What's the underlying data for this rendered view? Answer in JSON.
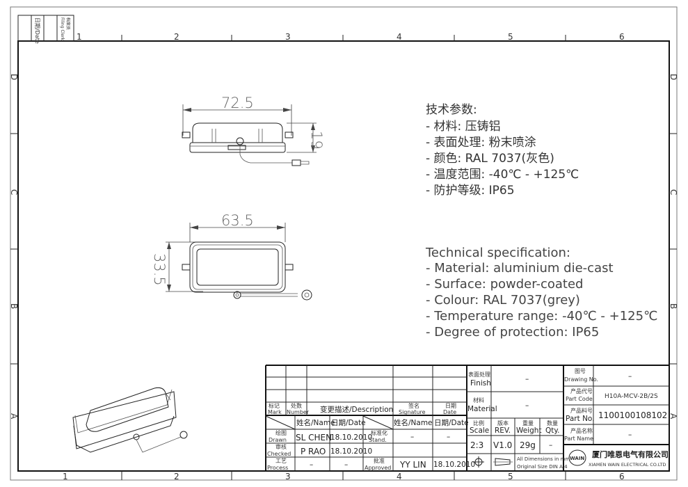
{
  "filing": {
    "date_label": "日期/Date",
    "filing_label": "档案员",
    "filing_label_en": "Filing Clerk"
  },
  "zones": {
    "columns": [
      "1",
      "2",
      "3",
      "4",
      "5",
      "6"
    ],
    "rows": [
      "D",
      "C",
      "B",
      "A"
    ]
  },
  "dimensions": {
    "top_width": "72.5",
    "top_height": "19",
    "bottom_width": "63.5",
    "bottom_height": "33.5"
  },
  "spec_cn": {
    "title": "技术参数:",
    "lines": [
      "- 材料: 压铸铝",
      "- 表面处理: 粉末喷涂",
      "- 颜色: RAL 7037(灰色)",
      "- 温度范围: -40℃ - +125℃",
      "- 防护等级: IP65"
    ]
  },
  "spec_en": {
    "title": "Technical specification:",
    "lines": [
      "- Material: aluminium die-cast",
      "- Surface: powder-coated",
      "- Colour: RAL 7037(grey)",
      "- Temperature range: -40℃ - +125℃",
      "- Degree of protection: IP65"
    ]
  },
  "title_block": {
    "mark_cn": "标记",
    "mark": "Mark",
    "number_cn": "处数",
    "number": "Number",
    "description": "变更描述/Description",
    "signature_cn": "签名",
    "signature": "Signature",
    "date_cn": "日期",
    "date": "Date",
    "name_date_name": "姓名/Name",
    "name_date_date": "日期/Date",
    "drawn_cn": "绘图",
    "drawn": "Drawn",
    "drawn_name": "SL CHEN",
    "drawn_date": "18.10.2010",
    "checked_cn": "审核",
    "checked": "Checked",
    "checked_name": "P RAO",
    "checked_date": "18.10.2010",
    "process_cn": "工艺",
    "process": "Process",
    "process_name": "–",
    "process_date": "–",
    "stand_cn": "标准化",
    "stand": "Stand.",
    "stand_name": "–",
    "stand_date": "–",
    "approved_cn": "批准",
    "approved": "Approved",
    "approved_name": "YY LIN",
    "approved_date": "18.10.2010",
    "finish_cn": "表面处理",
    "finish": "Finish",
    "finish_value": "–",
    "material_cn": "材料",
    "material": "Material",
    "material_value": "–",
    "scale_cn": "比例",
    "scale": "Scale",
    "scale_value": "2:3",
    "rev_cn": "版本",
    "rev": "REV.",
    "rev_value": "V1.0",
    "weight_cn": "重量",
    "weight": "Weight",
    "weight_value": "29g",
    "qty_cn": "数量",
    "qty": "Qty.",
    "qty_value": "–",
    "dims_note1": "All Dimensions in mm",
    "dims_note2": "Original Size DIN A 4",
    "drawing_no_cn": "图号",
    "drawing_no": "Drawing No.",
    "drawing_no_value": "–",
    "part_code_cn": "产品代号",
    "part_code": "Part Code",
    "part_code_value": "H10A-MCV-2B/2S",
    "part_no_cn": "产品料号",
    "part_no": "Part No.",
    "part_no_value": "1100100108102",
    "part_name_cn": "产品名称",
    "part_name": "Part Name",
    "part_name_value": "–",
    "company_cn": "厦门唯恩电气有限公司",
    "company_en": "XIAMEN WAIN ELECTRICAL CO.LTD",
    "logo": "WAIN"
  }
}
